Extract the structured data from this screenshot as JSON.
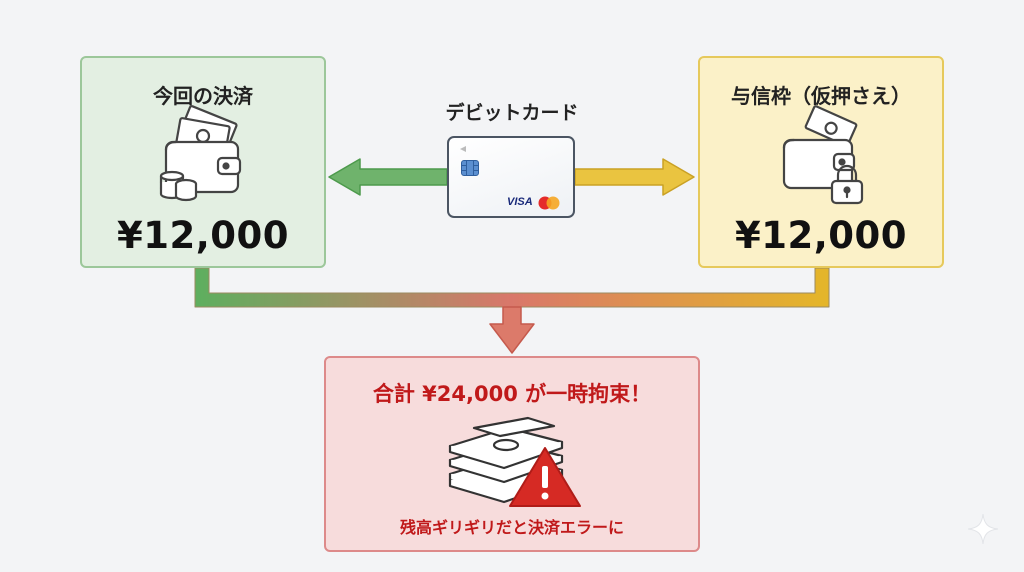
{
  "left_panel": {
    "title": "今回の決済",
    "amount": "¥12,000"
  },
  "right_panel": {
    "title": "与信枠（仮押さえ）",
    "amount": "¥12,000"
  },
  "card": {
    "label": "デビットカード",
    "brand_text": "VISA"
  },
  "bottom_panel": {
    "title": "合計 ¥24,000 が一時拘束！",
    "caption": "残高ギリギリだと決済エラーに"
  },
  "icons": {
    "left": "wallet-coins-icon",
    "right": "wallet-lock-icon",
    "bottom": "money-stack-warning-icon",
    "card_chip": "chip-icon",
    "card_logo": "mastercard-icon"
  },
  "colors": {
    "green": "#5bb35e",
    "yellow": "#e6b92a",
    "red": "#d65a50"
  }
}
